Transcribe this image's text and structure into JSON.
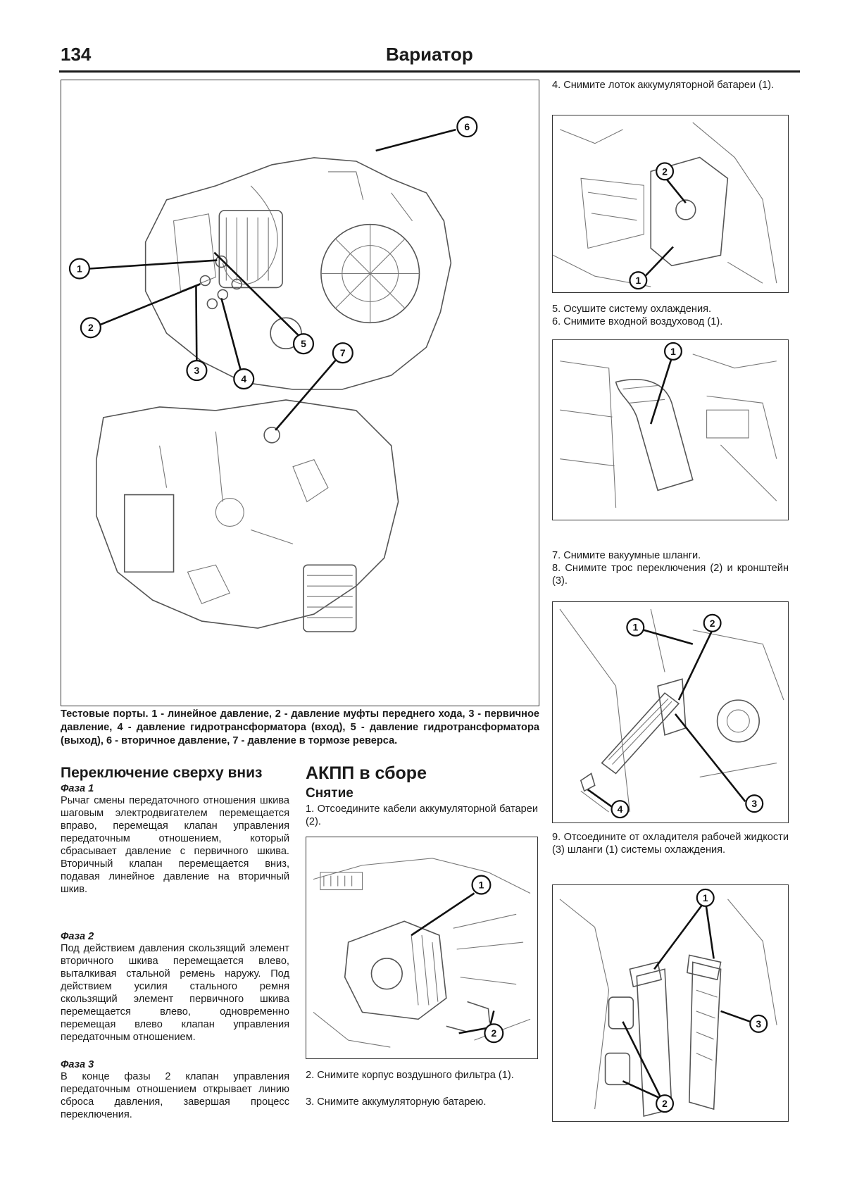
{
  "header": {
    "page_number": "134",
    "title": "Вариатор"
  },
  "main_figure": {
    "callouts": [
      "1",
      "2",
      "3",
      "4",
      "5",
      "6",
      "7"
    ],
    "caption": "Тестовые порты. 1 - линейное давление, 2 - давление муфты переднего хода, 3 - первичное давление, 4 - давление гидротрансформатора (вход), 5 - давление гидротрансформатора (выход), 6 - вторичное давление, 7 - давление в тормозе реверса."
  },
  "shift_section": {
    "heading": "Переключение сверху вниз",
    "phases": [
      {
        "title": "Фаза 1",
        "text": "Рычаг смены передаточного отношения шкива шаговым электродвигателем перемещается вправо, перемещая клапан управления передаточным отношением, который сбрасывает давление с первичного шкива. Вторичный клапан перемещается вниз, подавая линейное давление на вторичный шкив."
      },
      {
        "title": "Фаза 2",
        "text": "Под действием давления скользящий элемент вторичного шкива перемещается влево, выталкивая стальной ремень наружу. Под действием усилия стального ремня скользящий элемент первичного шкива перемещается влево, одновременно перемещая влево клапан управления передаточным отношением."
      },
      {
        "title": "Фаза 3",
        "text": "В конце фазы 2 клапан управления передаточным отношением открывает линию сброса давления, завершая процесс переключения."
      }
    ]
  },
  "akpp_section": {
    "heading": "АКПП в сборе",
    "subheading": "Снятие",
    "step1": "1. Отсоедините кабели аккумуляторной батареи (2).",
    "fig_callouts": [
      "1",
      "2"
    ],
    "step2": "2. Снимите корпус воздушного фильтра (1).",
    "step3": "3. Снимите аккумуляторную батарею."
  },
  "right_column": {
    "step4": "4. Снимите лоток аккумуляторной батареи (1).",
    "fig1_callouts": [
      "2",
      "1"
    ],
    "step5": "5. Осушите систему охлаждения.",
    "step6": "6. Снимите входной воздуховод (1).",
    "fig2_callouts": [
      "1"
    ],
    "step7": "7. Снимите вакуумные шланги.",
    "step8": "8. Снимите трос переключения (2) и кронштейн (3).",
    "fig3_callouts": [
      "1",
      "2",
      "3",
      "4"
    ],
    "step9": "9. Отсоедините от охладителя рабочей жидкости (3) шланги (1) системы охлаждения.",
    "fig4_callouts": [
      "1",
      "3",
      "2"
    ]
  }
}
